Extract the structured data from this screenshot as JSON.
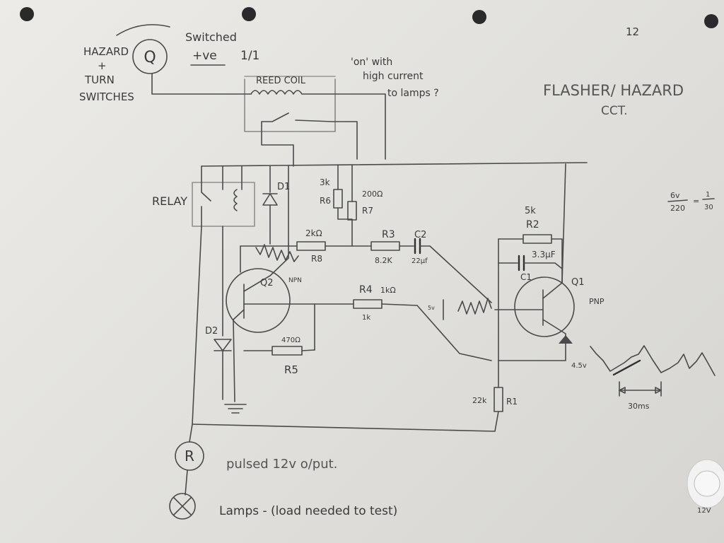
{
  "sheet": {
    "page_number": "12",
    "title_line1": "FLASHER/ HAZARD",
    "title_line2": "CCT."
  },
  "input": {
    "label_line1": "HAZARD",
    "label_line2": "+",
    "label_line3": "TURN",
    "label_line4": "SWITCHES",
    "symbol": "Q",
    "supply_line1": "Switched",
    "supply_line2": "+ve",
    "supply_note": "1/1"
  },
  "reed": {
    "label": "REED COIL",
    "note_line1": "'on' with",
    "note_line2": "high current",
    "note_line3": "to lamps ?"
  },
  "relay": {
    "label": "RELAY"
  },
  "components": {
    "d1": "D1",
    "d2": "D2",
    "r6_value": "3k",
    "r6": "R6",
    "r7_value": "200Ω",
    "r7": "R7",
    "r8_value": "2kΩ",
    "r8": "R8",
    "r3": "R3",
    "r3_value": "8.2K",
    "c2": "C2",
    "c2_value": "22µf",
    "r2_value": "5k",
    "r2": "R2",
    "c1_value": "3.3µF",
    "c1": "C1",
    "q1": "Q1",
    "q1_type": "PNP",
    "q2": "Q2",
    "q2_type": "NPN",
    "r4": "R4",
    "r4_value1": "1kΩ",
    "r4_value2": "1k",
    "r5_value": "470Ω",
    "r5": "R5",
    "r1_value": "22k",
    "r1": "R1"
  },
  "waveform": {
    "level": "4.5v",
    "period": "30ms",
    "small_note": "5v"
  },
  "side_calc": {
    "num": "6v",
    "den": "220",
    "eq": "=",
    "rnum": "1",
    "rden": "30"
  },
  "output": {
    "symbol": "R",
    "pulsed_label": "pulsed 12v o/put.",
    "lamps_label": "Lamps - (load needed to test)"
  },
  "sticker_text": "12V"
}
